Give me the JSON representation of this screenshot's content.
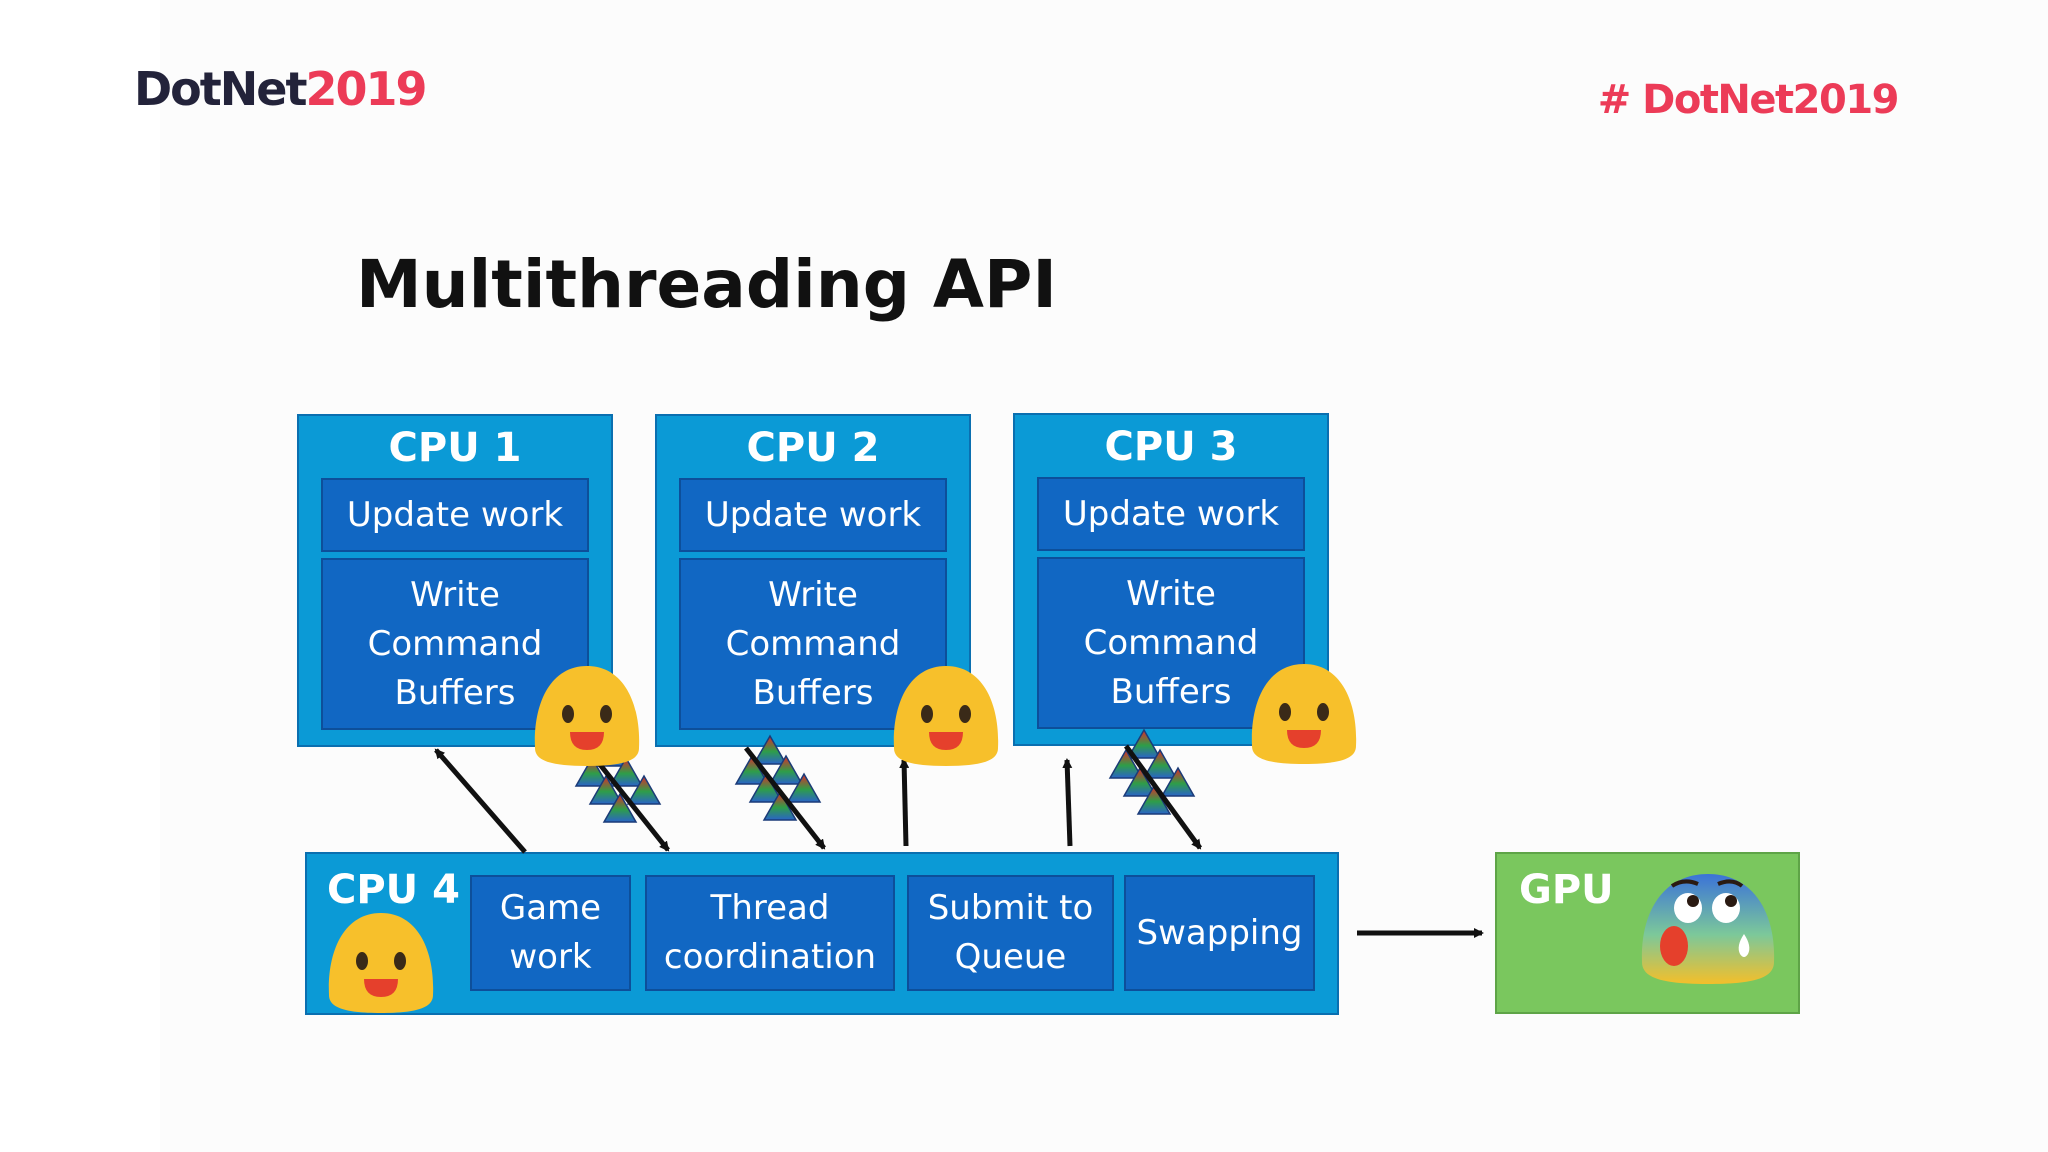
{
  "header": {
    "logo_part1": "DotNet",
    "logo_part2": "2019",
    "hashtag": "# DotNet2019"
  },
  "slide": {
    "title": "Multithreading API"
  },
  "cpus": [
    {
      "title": "CPU 1",
      "update": "Update work",
      "write": "Write\nCommand\nBuffers"
    },
    {
      "title": "CPU 2",
      "update": "Update work",
      "write": "Write\nCommand\nBuffers"
    },
    {
      "title": "CPU 3",
      "update": "Update work",
      "write": "Write\nCommand\nBuffers"
    }
  ],
  "cpu4": {
    "title": "CPU 4",
    "tasks": [
      "Game\nwork",
      "Thread\ncoordination",
      "Submit to\nQueue",
      "Swapping"
    ]
  },
  "gpu": {
    "title": "GPU"
  },
  "colors": {
    "brand_dark": "#23233a",
    "brand_accent": "#ec3b57",
    "cpu_box": "#0b9ad6",
    "task_box": "#1167c3",
    "gpu_box": "#7ac75e",
    "emoji_yellow": "#f7c02b"
  },
  "icons": {
    "happy": "happy-face-icon",
    "scared": "scared-face-icon",
    "triangles": "triangle-cluster-icon"
  }
}
